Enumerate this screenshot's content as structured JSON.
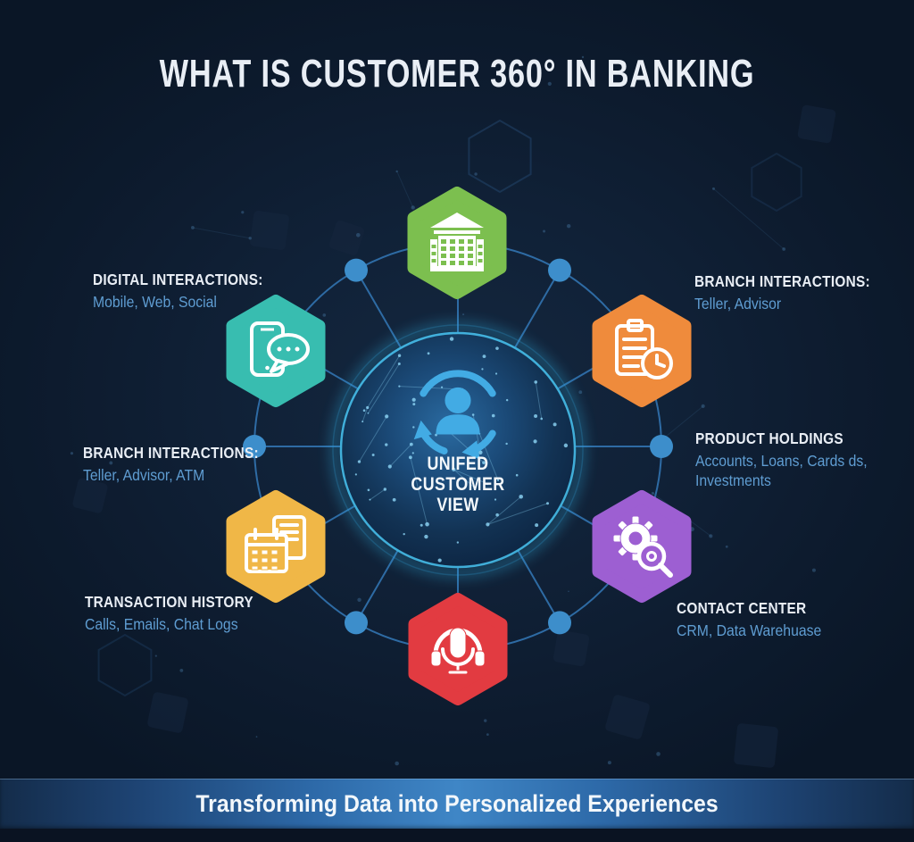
{
  "title": "WHAT IS CUSTOMER 360° IN BANKING",
  "center": {
    "icon": "person-sync-icon",
    "lines": [
      "UNIFED",
      "CUSTOMER",
      "VIEW"
    ]
  },
  "labels": {
    "digital": {
      "heading": "DIGITAL INTERACTIONS:",
      "details": [
        "Mobile, Web, Social"
      ]
    },
    "branch_top_right": {
      "heading": "BRANCH INTERACTIONS:",
      "details": [
        "Teller, Advisor"
      ]
    },
    "branch_left": {
      "heading": "BRANCH INTERACTIONS:",
      "details": [
        "Teller, Advisor, ATM"
      ]
    },
    "product_holdings": {
      "heading": "PRODUCT HOLDINGS",
      "details": [
        "Accounts, Loans, Cards ds,",
        "Investments"
      ]
    },
    "transaction_history": {
      "heading": "TRANSACTION HISTORY",
      "details": [
        "Calls, Emails, Chat Logs"
      ]
    },
    "contact_center": {
      "heading": "CONTACT CENTER",
      "details": [
        "CRM, Data Warehuase"
      ]
    }
  },
  "hexagons": [
    {
      "id": "bank-branch",
      "icon": "bank-building-icon",
      "color": "#7cbf4f"
    },
    {
      "id": "digital-channels",
      "icon": "phone-chat-icon",
      "color": "#38bdb0"
    },
    {
      "id": "branch-records",
      "icon": "clipboard-clock-icon",
      "color": "#ef8b3c"
    },
    {
      "id": "transaction-records",
      "icon": "calendar-doc-icon",
      "color": "#f0b747"
    },
    {
      "id": "contact-support",
      "icon": "headset-mic-icon",
      "color": "#e23b41"
    },
    {
      "id": "analytics",
      "icon": "gear-search-icon",
      "color": "#9d5fd2"
    }
  ],
  "footer": {
    "text": "Transforming Data into Personalized Experiences"
  },
  "colors": {
    "background": "#0d1a2b",
    "line": "#2e6ba4",
    "node": "#3d8ecb",
    "globe_glow": "#36bdf0",
    "person_icon": "#42abe4",
    "heading_text": "#e9eef5",
    "detail_text": "#5f9dd2"
  }
}
